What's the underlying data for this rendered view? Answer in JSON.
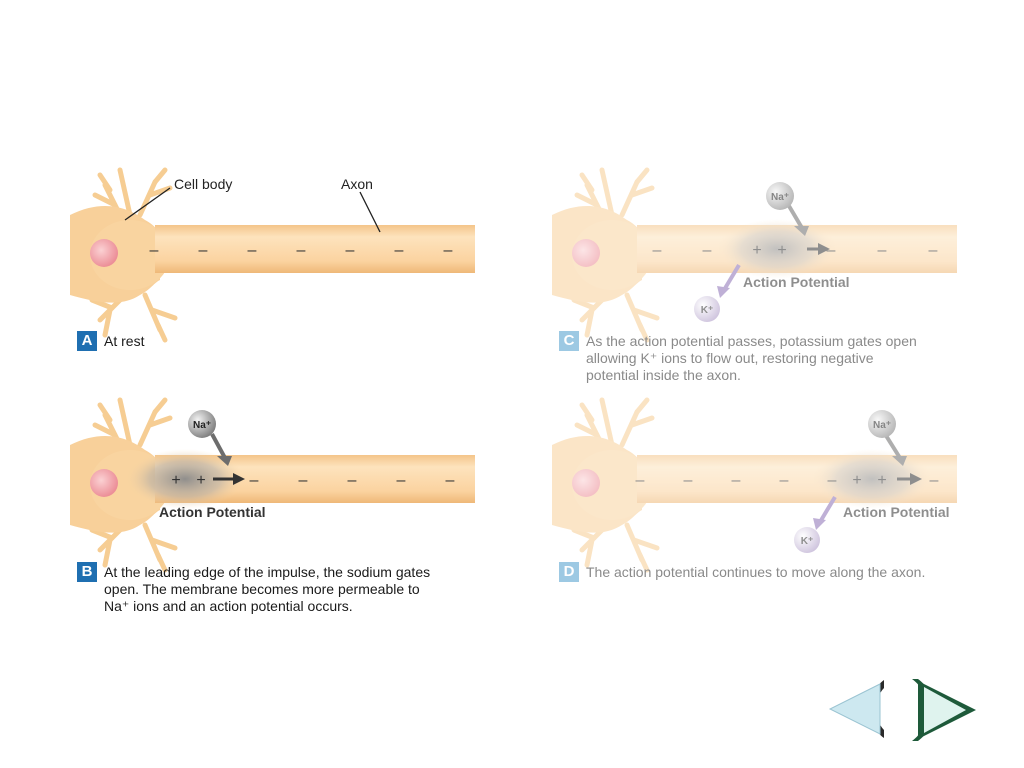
{
  "panels": {
    "a": {
      "letter": "A",
      "caption": "At rest",
      "callout_cell_body": "Cell body",
      "callout_axon": "Axon",
      "charges": [
        "–",
        "–",
        "–",
        "–",
        "–",
        "–",
        "–"
      ]
    },
    "b": {
      "letter": "B",
      "caption": "At the leading edge of the impulse, the sodium gates\nopen.  The membrane becomes more permeable to\nNa⁺ ions and an action potential occurs.",
      "ion_in": "Na⁺",
      "ap_label": "Action Potential",
      "plus": [
        "+",
        "+"
      ],
      "minus": [
        "–",
        "–",
        "–",
        "–",
        "–"
      ]
    },
    "c": {
      "letter": "C",
      "caption": "As the action potential passes, potassium gates open\nallowing K⁺ ions to flow out, restoring negative\npotential inside the axon.",
      "ion_in": "Na⁺",
      "ion_out": "K⁺",
      "ap_label": "Action Potential",
      "minus_left": [
        "–",
        "–"
      ],
      "plus": [
        "+",
        "+"
      ],
      "minus_right": [
        "–",
        "–",
        "–"
      ]
    },
    "d": {
      "letter": "D",
      "caption": "The action potential continues to move along the axon.",
      "ion_in": "Na⁺",
      "ion_out": "K⁺",
      "ap_label": "Action Potential",
      "minus_left": [
        "–",
        "–",
        "–",
        "–",
        "–"
      ],
      "plus": [
        "+",
        "+"
      ],
      "minus_right": [
        "–"
      ]
    }
  },
  "navigation": {
    "prev_icon": "left-chevron-icon",
    "next_icon": "right-chevron-icon"
  },
  "colors": {
    "axon": "#fbd7a4",
    "nucleus": "#f2a0a6",
    "letter_box": "#1f6fb1",
    "nav_prev": "#cde8f0",
    "nav_next": "#1e5a3a"
  }
}
